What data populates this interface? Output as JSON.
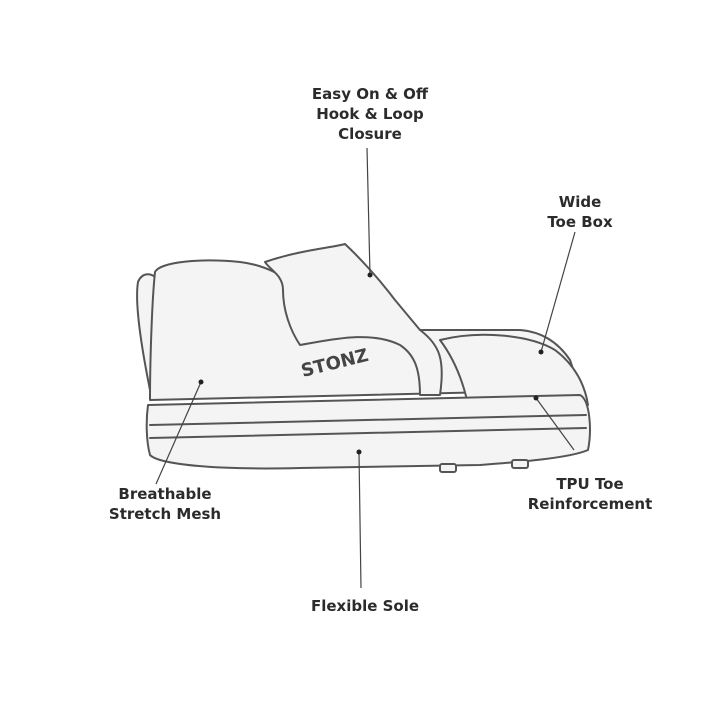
{
  "brand": "STONZ",
  "callouts": {
    "closure": "Easy On & Off\nHook & Loop\nClosure",
    "toe_box": "Wide\nToe Box",
    "mesh": "Breathable\nStretch Mesh",
    "tpu": "TPU Toe\nReinforcement",
    "sole": "Flexible Sole"
  }
}
